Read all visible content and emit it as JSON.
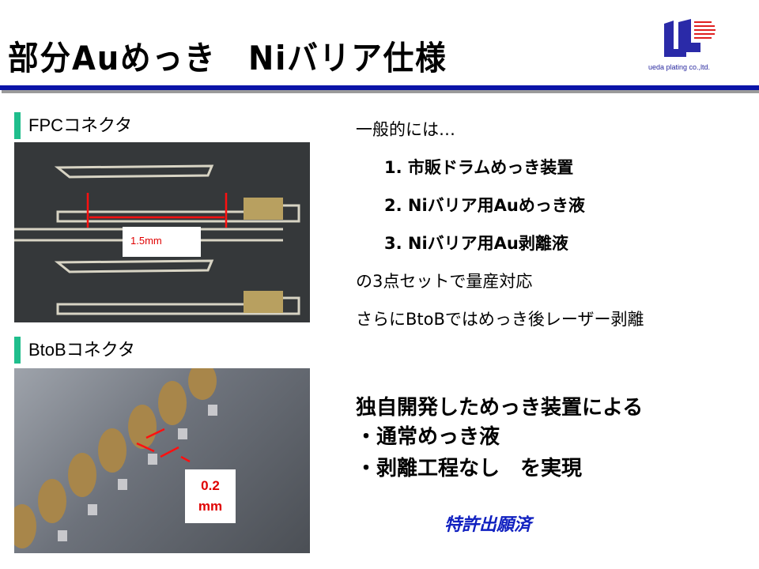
{
  "slide": {
    "title": "部分Auめっき　Niバリア仕様",
    "logo": {
      "icon": "ueda-plating-logo",
      "company_text": "ueda plating co.,ltd."
    },
    "sections": {
      "fpc": {
        "label": "FPCコネクタ",
        "measurement": "1.5mm"
      },
      "btob": {
        "label": "BtoBコネクタ",
        "measurement_line1": "0.2",
        "measurement_line2": "mm"
      }
    },
    "general": {
      "intro": "一般的には…",
      "items": [
        "1. 市販ドラムめっき装置",
        "2. Niバリア用Auめっき液",
        "3. Niバリア用Au剥離液"
      ],
      "summary": "の3点セットで量産対応",
      "additional": "さらにBtoBではめっき後レーザー剥離"
    },
    "proprietary": {
      "heading": "独自開発しためっき装置による",
      "points": [
        "・通常めっき液",
        "・剥離工程なし　を実現"
      ],
      "patent": "特許出願済"
    },
    "colors": {
      "title_rule": "#0a14a8",
      "section_bar": "#1fbe8c",
      "measurement": "#e00000",
      "patent": "#1020c0"
    }
  }
}
